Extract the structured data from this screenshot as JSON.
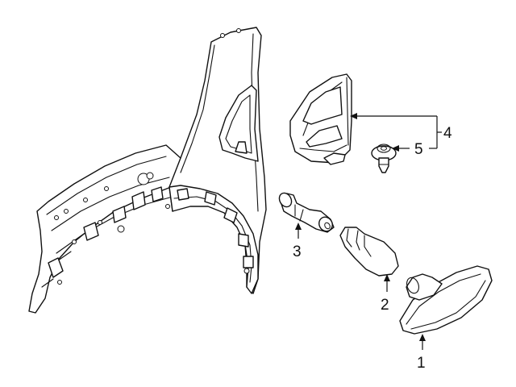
{
  "callouts": {
    "1": "1",
    "2": "2",
    "3": "3",
    "4": "4",
    "5": "5"
  },
  "colors": {
    "line": "#111111",
    "background": "#ffffff"
  }
}
